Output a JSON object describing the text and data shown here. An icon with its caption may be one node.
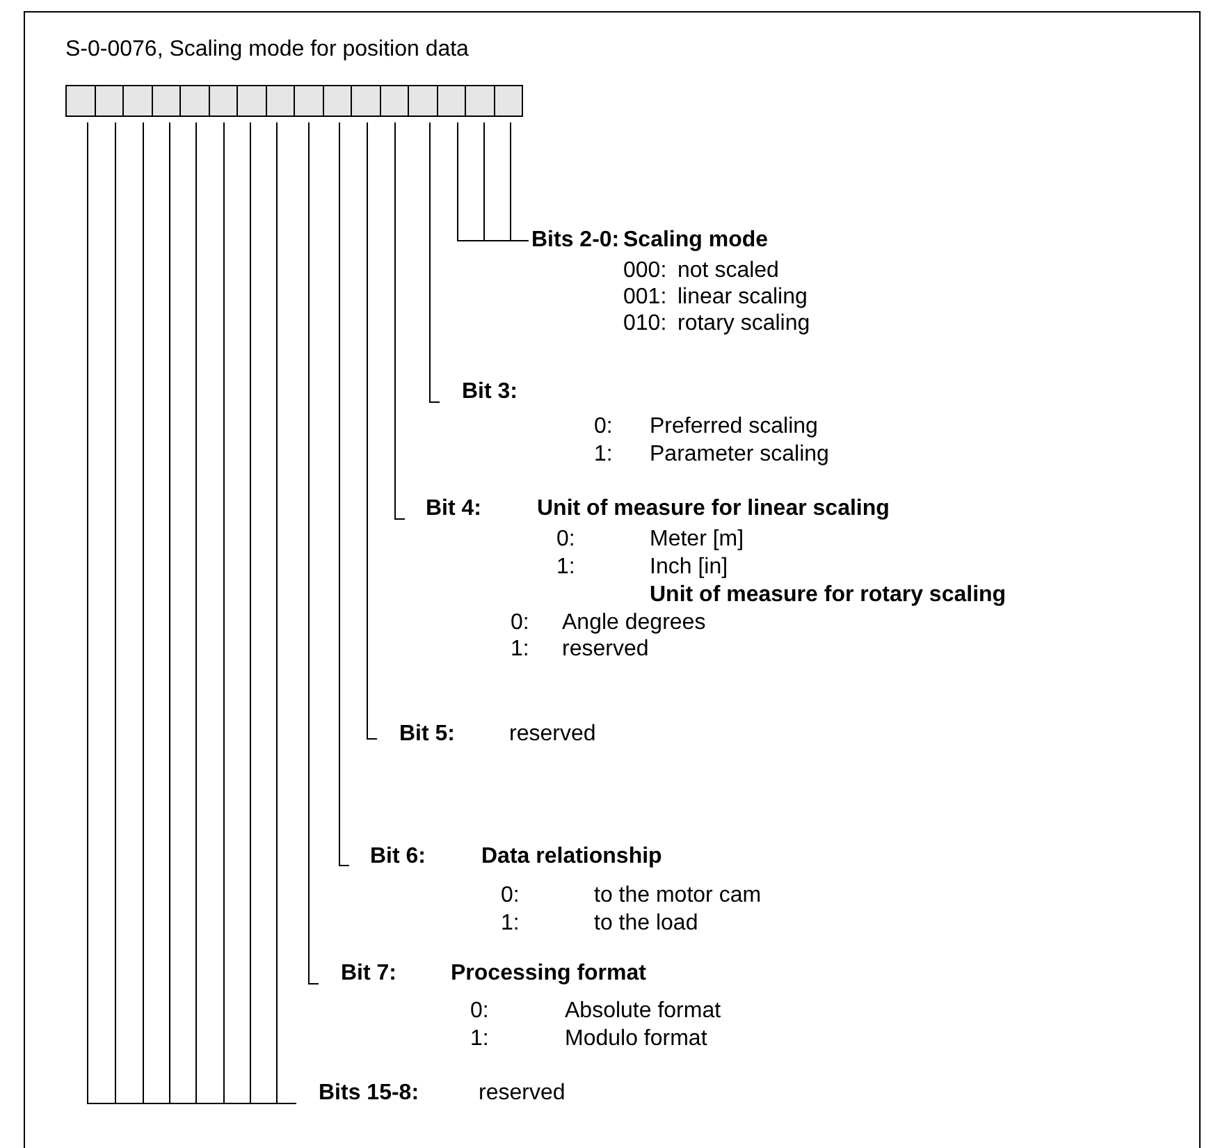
{
  "diagram": {
    "title": "S-0-0076, Scaling mode for position data",
    "nodes": [
      {
        "text": [],
        "shape": "box"
      },
      {
        "text": [],
        "shape": "box"
      },
      {
        "text": [],
        "shape": "box"
      },
      {
        "text": [],
        "shape": "box"
      },
      {
        "text": [],
        "shape": "box"
      },
      {
        "text": [],
        "shape": "box"
      },
      {
        "text": [],
        "shape": "box"
      },
      {
        "text": [],
        "shape": "box"
      },
      {
        "text": [],
        "shape": "box"
      },
      {
        "text": [],
        "shape": "box"
      },
      {
        "text": [],
        "shape": "box"
      },
      {
        "text": [],
        "shape": "box"
      },
      {
        "text": [],
        "shape": "box"
      },
      {
        "text": [],
        "shape": "box"
      },
      {
        "text": [],
        "shape": "box"
      },
      {
        "text": [],
        "shape": "box"
      },
      {
        "text": [
          "Bits 2-0:",
          "Scaling mode",
          "000:",
          "not scaled",
          "001:",
          "linear scaling",
          "010:",
          "rotary scaling"
        ]
      },
      {
        "text": [
          "Bit 3:",
          "0:",
          "Preferred scaling",
          "1:",
          "Parameter scaling"
        ]
      },
      {
        "text": [
          "Bit 4:",
          "Unit of measure for linear scaling",
          "0:",
          "Meter [m]",
          "1:",
          "Inch [in]",
          "Unit of measure for rotary scaling",
          "0:",
          "Angle degrees",
          "1:",
          "reserved"
        ]
      },
      {
        "text": [
          "Bit 5:",
          "reserved"
        ]
      },
      {
        "text": [
          "Bit 6:",
          "Data relationship",
          "0:",
          "to the motor cam",
          "1:",
          "to the load"
        ]
      },
      {
        "text": [
          "Bit 7:",
          "Processing format",
          "0:",
          "Absolute format",
          "1:",
          "Modulo format"
        ]
      },
      {
        "text": [
          "Bits 15-8:",
          "reserved"
        ]
      }
    ],
    "edges": [
      {
        "from": 13,
        "to": 16,
        "arrow": "none"
      },
      {
        "from": 14,
        "to": 16,
        "arrow": "none"
      },
      {
        "from": 15,
        "to": 16,
        "arrow": "none"
      },
      {
        "from": 12,
        "to": 17,
        "arrow": "none"
      },
      {
        "from": 11,
        "to": 18,
        "arrow": "none"
      },
      {
        "from": 10,
        "to": 19,
        "arrow": "none"
      },
      {
        "from": 9,
        "to": 20,
        "arrow": "none"
      },
      {
        "from": 8,
        "to": 21,
        "arrow": "none"
      },
      {
        "from": 0,
        "to": 22,
        "arrow": "none"
      },
      {
        "from": 1,
        "to": 22,
        "arrow": "none"
      },
      {
        "from": 2,
        "to": 22,
        "arrow": "none"
      },
      {
        "from": 3,
        "to": 22,
        "arrow": "none"
      },
      {
        "from": 4,
        "to": 22,
        "arrow": "none"
      },
      {
        "from": 5,
        "to": 22,
        "arrow": "none"
      },
      {
        "from": 6,
        "to": 22,
        "arrow": "none"
      },
      {
        "from": 7,
        "to": 22,
        "arrow": "none"
      }
    ]
  }
}
